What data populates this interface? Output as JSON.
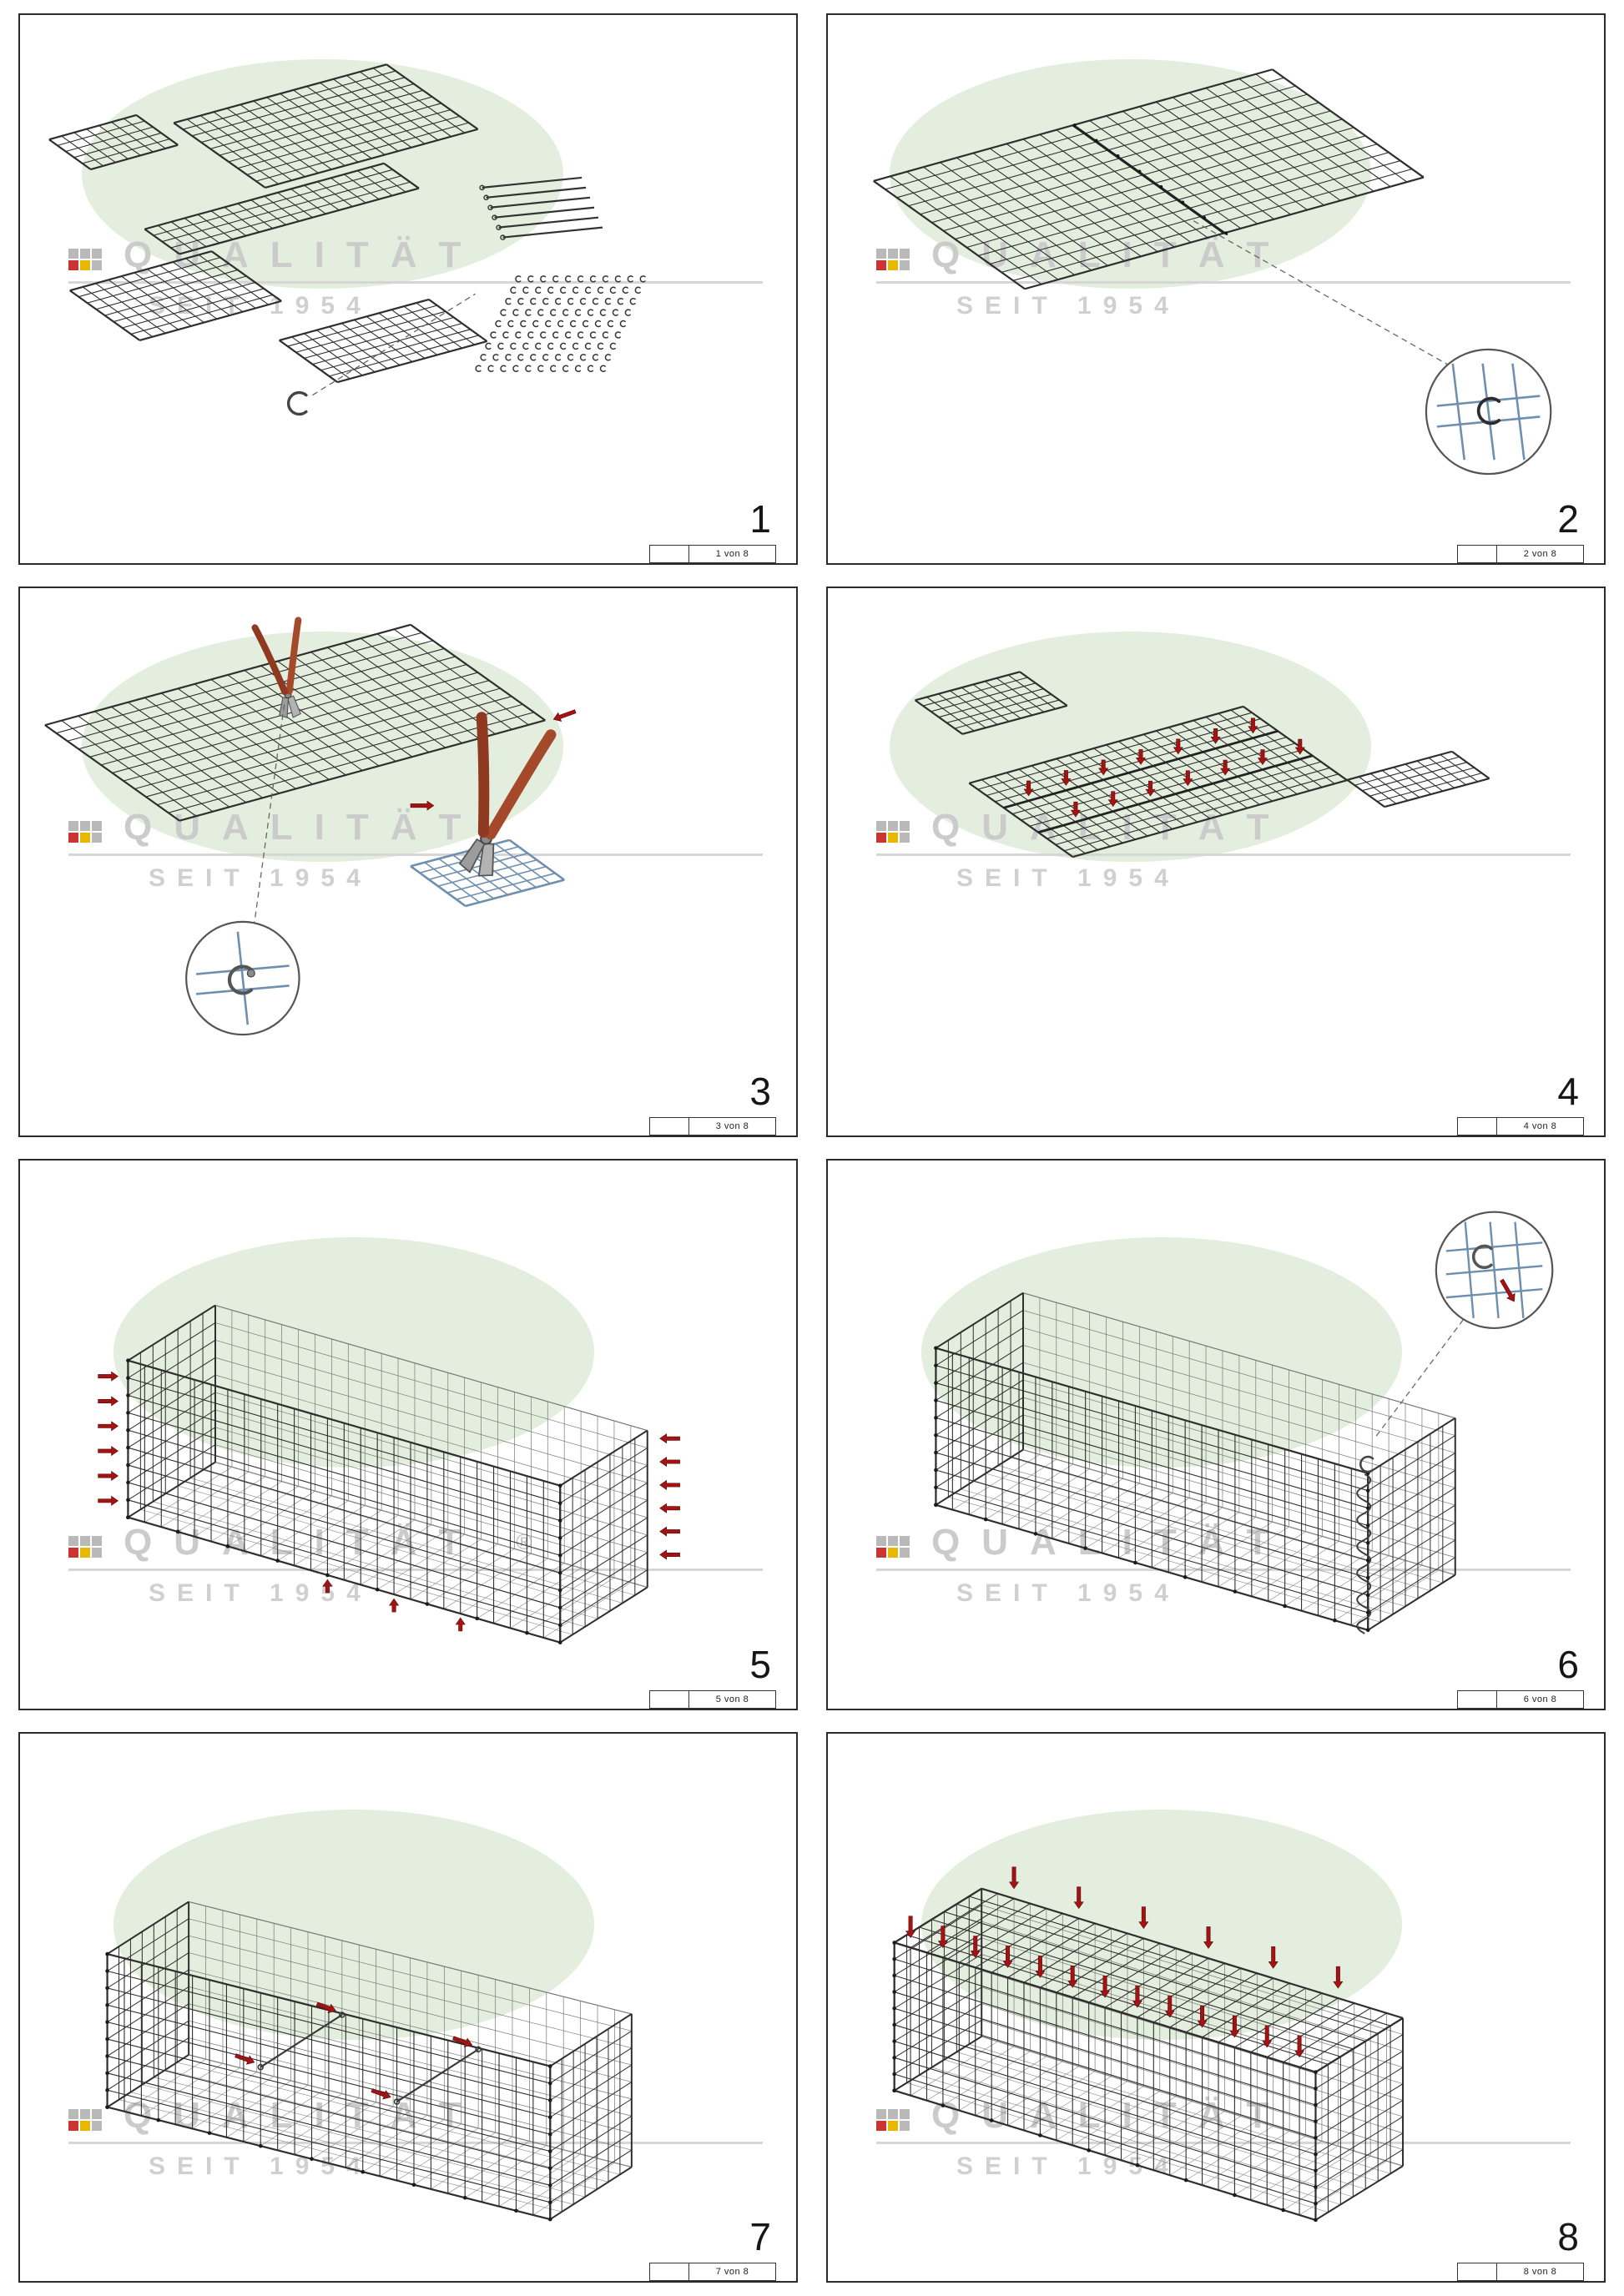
{
  "watermark": {
    "brand_line": "QUALITÄT",
    "since_line": "SEIT 1954",
    "registered": "®"
  },
  "steps": [
    {
      "number": "1",
      "page": "1 von 8",
      "illustration": "kit-parts-mesh-panels-rods-and-spiral-clips"
    },
    {
      "number": "2",
      "page": "2 von 8",
      "illustration": "two-panels-joined-flat-with-clip-detail"
    },
    {
      "number": "3",
      "page": "3 von 8",
      "illustration": "closing-clips-with-pliers"
    },
    {
      "number": "4",
      "page": "4 von 8",
      "illustration": "side-panels-attached-flat-with-press-arrows"
    },
    {
      "number": "5",
      "page": "5 von 8",
      "illustration": "basket-folded-up-clip-edges"
    },
    {
      "number": "6",
      "page": "6 von 8",
      "illustration": "lacing-corner-wire-with-hook-detail"
    },
    {
      "number": "7",
      "page": "7 von 8",
      "illustration": "internal-bracing-wires"
    },
    {
      "number": "8",
      "page": "8 von 8",
      "illustration": "closing-the-lid-press-arrows"
    }
  ],
  "colors": {
    "mesh": "#2e2e2e",
    "mesh_light": "#8a8a8a",
    "detail_wire": "#6e8fae",
    "arrow": "#a31313",
    "arrow_dark": "#5a0b0b",
    "tool_handle": "#a5492b",
    "tool_metal": "#a8a8a8",
    "watermark_green": "#e4eede",
    "watermark_gray": "#cbcbcb",
    "logo_red": "#cc3333",
    "logo_gold": "#e6b800"
  }
}
